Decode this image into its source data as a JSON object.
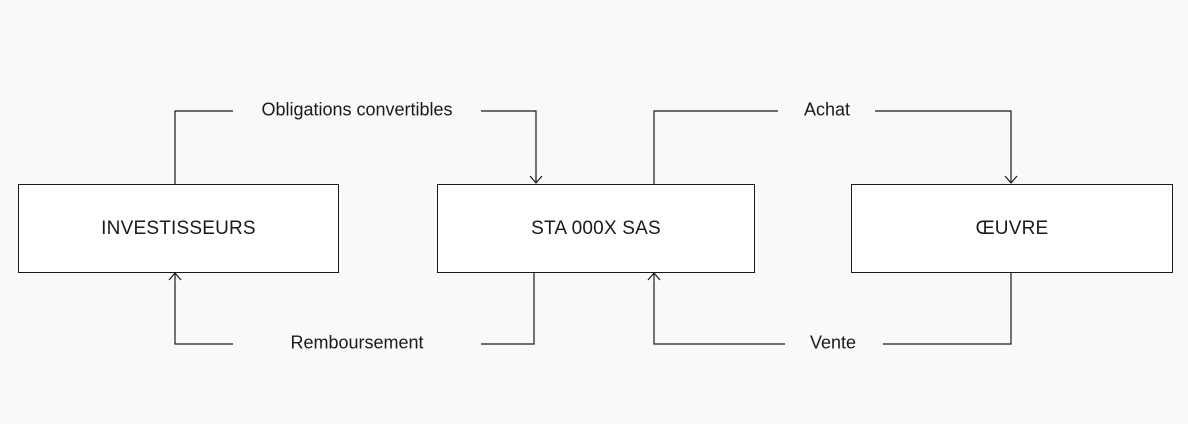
{
  "nodes": {
    "investisseurs": "INVESTISSEURS",
    "sta": "STA 000X SAS",
    "oeuvre": "ŒUVRE"
  },
  "flows": {
    "obligations": "Obligations convertibles",
    "achat": "Achat",
    "remboursement": "Remboursement",
    "vente": "Vente"
  },
  "colors": {
    "line": "#1a1a1a",
    "background": "#f9f9f9",
    "box_fill": "#ffffff"
  }
}
